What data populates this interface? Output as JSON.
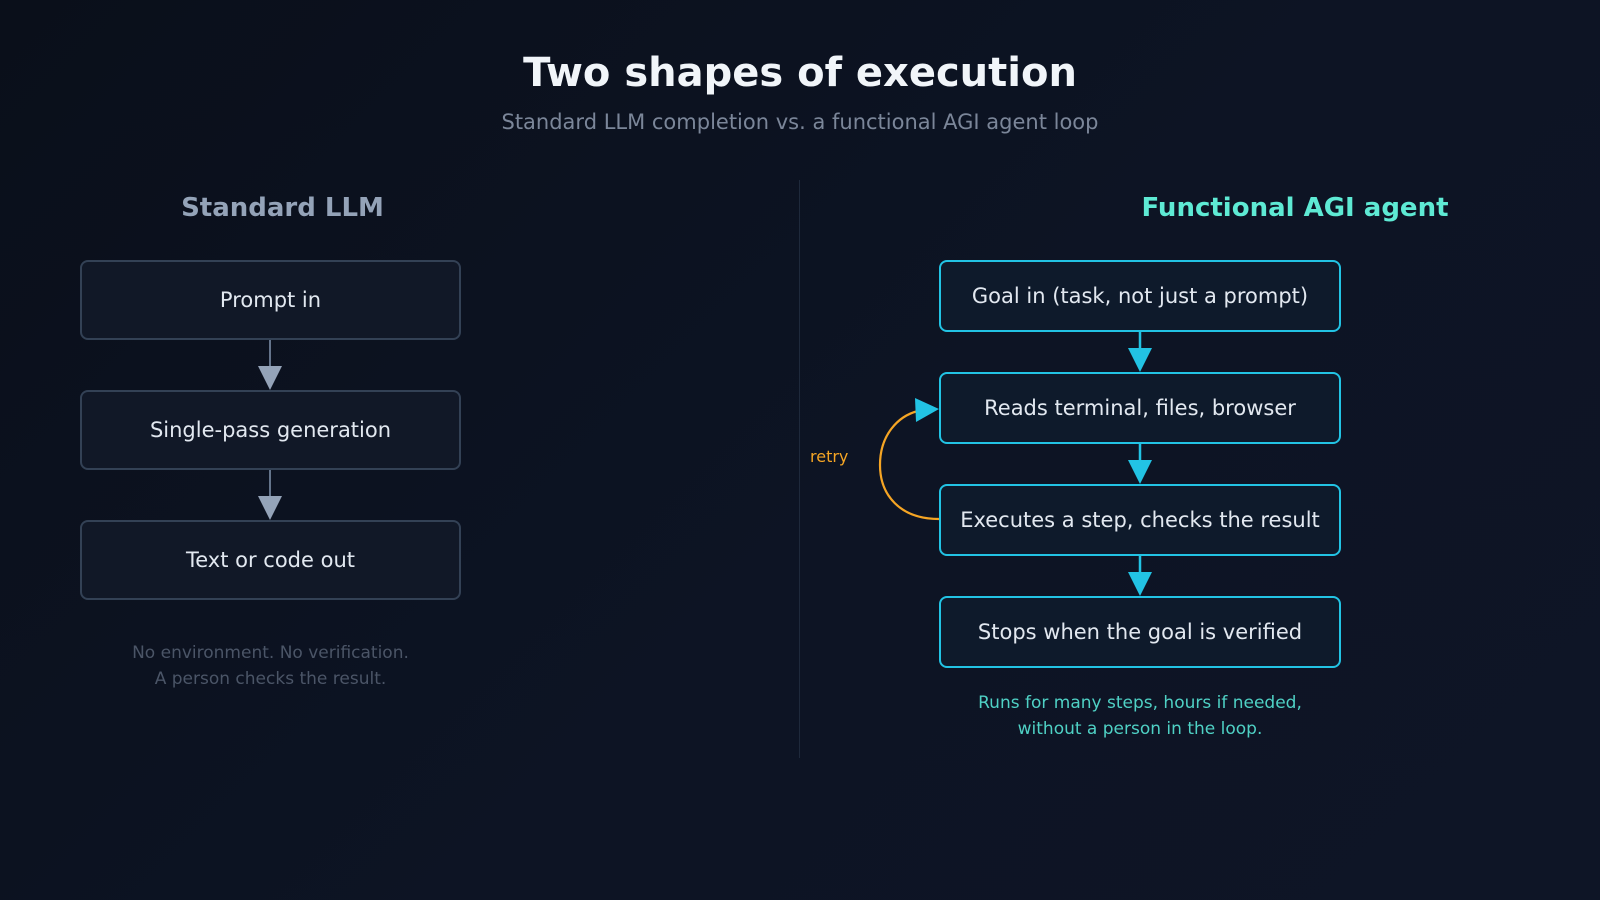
{
  "header": {
    "title": "Two shapes of execution",
    "subtitle": "Standard LLM completion vs. a functional AGI agent loop"
  },
  "left": {
    "heading": "Standard LLM",
    "steps": [
      "Prompt in",
      "Single-pass generation",
      "Text or code out"
    ],
    "note_line1": "No environment. No verification.",
    "note_line2": "A person checks the result."
  },
  "right": {
    "heading": "Functional AGI agent",
    "steps": [
      "Goal in (task, not just a prompt)",
      "Reads terminal, files, browser",
      "Executes a step, checks the result",
      "Stops when the goal is verified"
    ],
    "loop_label": "retry",
    "note_line1": "Runs for many steps, hours if needed,",
    "note_line2": "without a person in the loop."
  },
  "colors": {
    "left_accent": "#94a3b8",
    "right_accent": "#5eead4",
    "box_border_right": "#22c3e4",
    "retry": "#f5a524"
  }
}
